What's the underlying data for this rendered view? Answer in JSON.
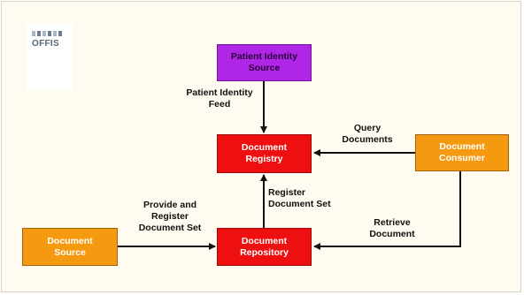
{
  "logo": {
    "text": "OFFIS"
  },
  "actors": {
    "patient_identity_source": "Patient Identity\nSource",
    "document_registry": "Document\nRegistry",
    "document_consumer": "Document\nConsumer",
    "document_source": "Document\nSource",
    "document_repository": "Document\nRepository"
  },
  "transactions": {
    "patient_identity_feed": "Patient Identity\nFeed",
    "query_documents": "Query\nDocuments",
    "register_document_set": "Register\nDocument Set",
    "provide_and_register": "Provide and\nRegister\nDocument Set",
    "retrieve_document": "Retrieve\nDocument"
  },
  "colors": {
    "background": "#fffbf0",
    "purple": "#b026e6",
    "red": "#ee0f10",
    "orange": "#f59a10",
    "arrow": "#111111"
  }
}
